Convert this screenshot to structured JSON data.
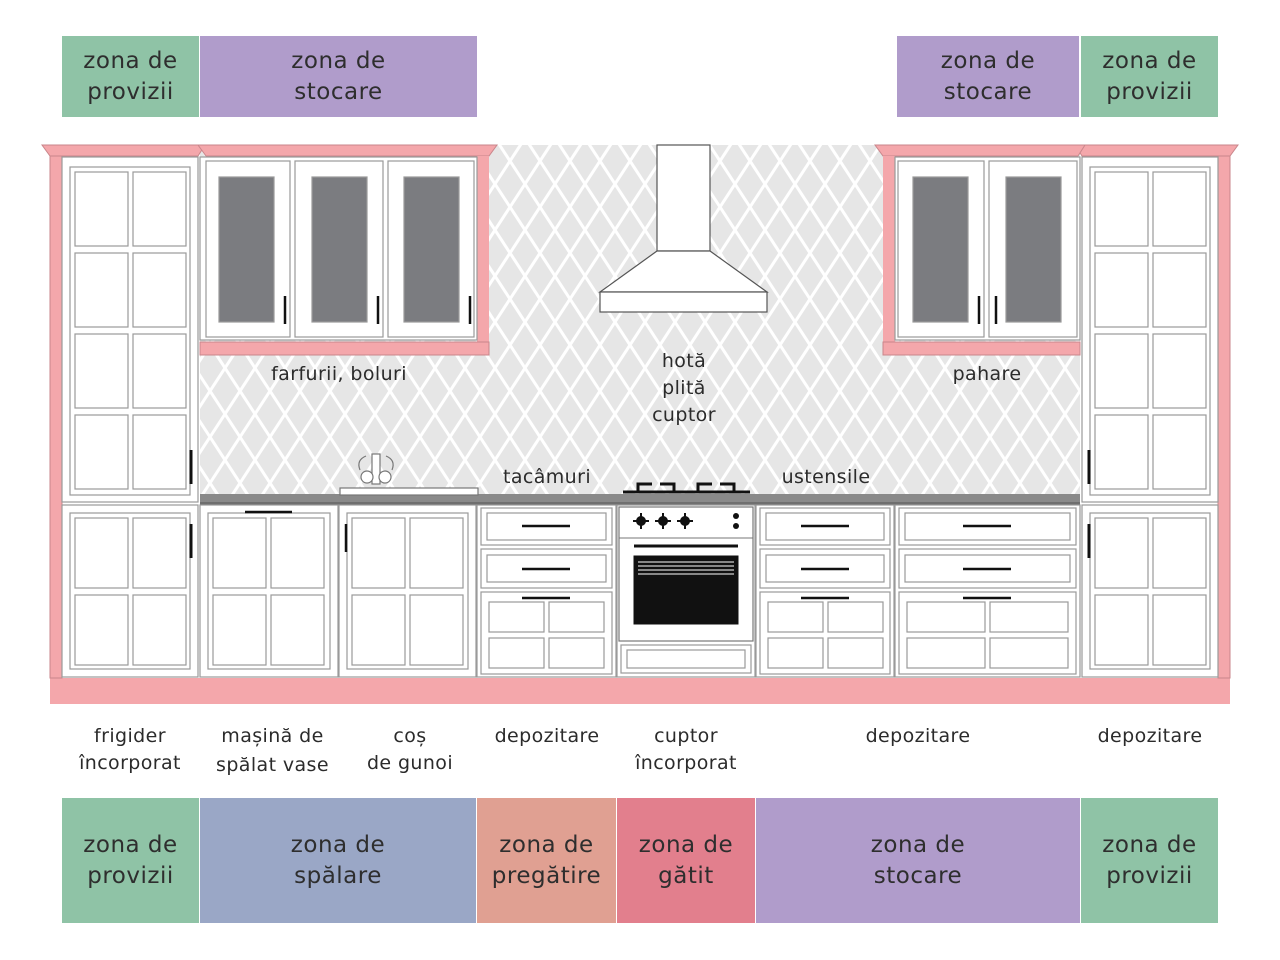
{
  "colors": {
    "provizii": "#8fc3a6",
    "stocare": "#b09ccb",
    "spalare": "#9aa7c6",
    "pregatire": "#e0a092",
    "gatit": "#e27f8d",
    "frame_pink": "#f4a7ab",
    "counter": "#8a8a8a",
    "glass": "#7b7c80"
  },
  "top_zones": [
    {
      "line1": "zona de",
      "line2": "provizii",
      "color": "provizii"
    },
    {
      "line1": "zona de",
      "line2": "stocare",
      "color": "stocare"
    },
    {
      "line1": "zona de",
      "line2": "stocare",
      "color": "stocare"
    },
    {
      "line1": "zona de",
      "line2": "provizii",
      "color": "provizii"
    }
  ],
  "wall_labels": {
    "upper_left": "farfurii, boluri",
    "hood_line1": "hotă",
    "hood_line2": "plită",
    "hood_line3": "cuptor",
    "upper_right": "pahare",
    "counter_left": "tacâmuri",
    "counter_right": "ustensile"
  },
  "bottom_labels": [
    {
      "line1": "frigider",
      "line2": "încorporat"
    },
    {
      "line1": "mașină de",
      "line2": "spălat vase"
    },
    {
      "line1": "coș",
      "line2": "de gunoi"
    },
    {
      "line1": "depozitare",
      "line2": ""
    },
    {
      "line1": "cuptor",
      "line2": "încorporat"
    },
    {
      "line1": "depozitare",
      "line2": ""
    },
    {
      "line1": "depozitare",
      "line2": ""
    }
  ],
  "bottom_zones": [
    {
      "line1": "zona de",
      "line2": "provizii",
      "color": "provizii"
    },
    {
      "line1": "zona de",
      "line2": "spălare",
      "color": "spalare"
    },
    {
      "line1": "zona de",
      "line2": "pregătire",
      "color": "pregatire"
    },
    {
      "line1": "zona de",
      "line2": "gătit",
      "color": "gatit"
    },
    {
      "line1": "zona de",
      "line2": "stocare",
      "color": "stocare"
    },
    {
      "line1": "zona de",
      "line2": "provizii",
      "color": "provizii"
    }
  ]
}
